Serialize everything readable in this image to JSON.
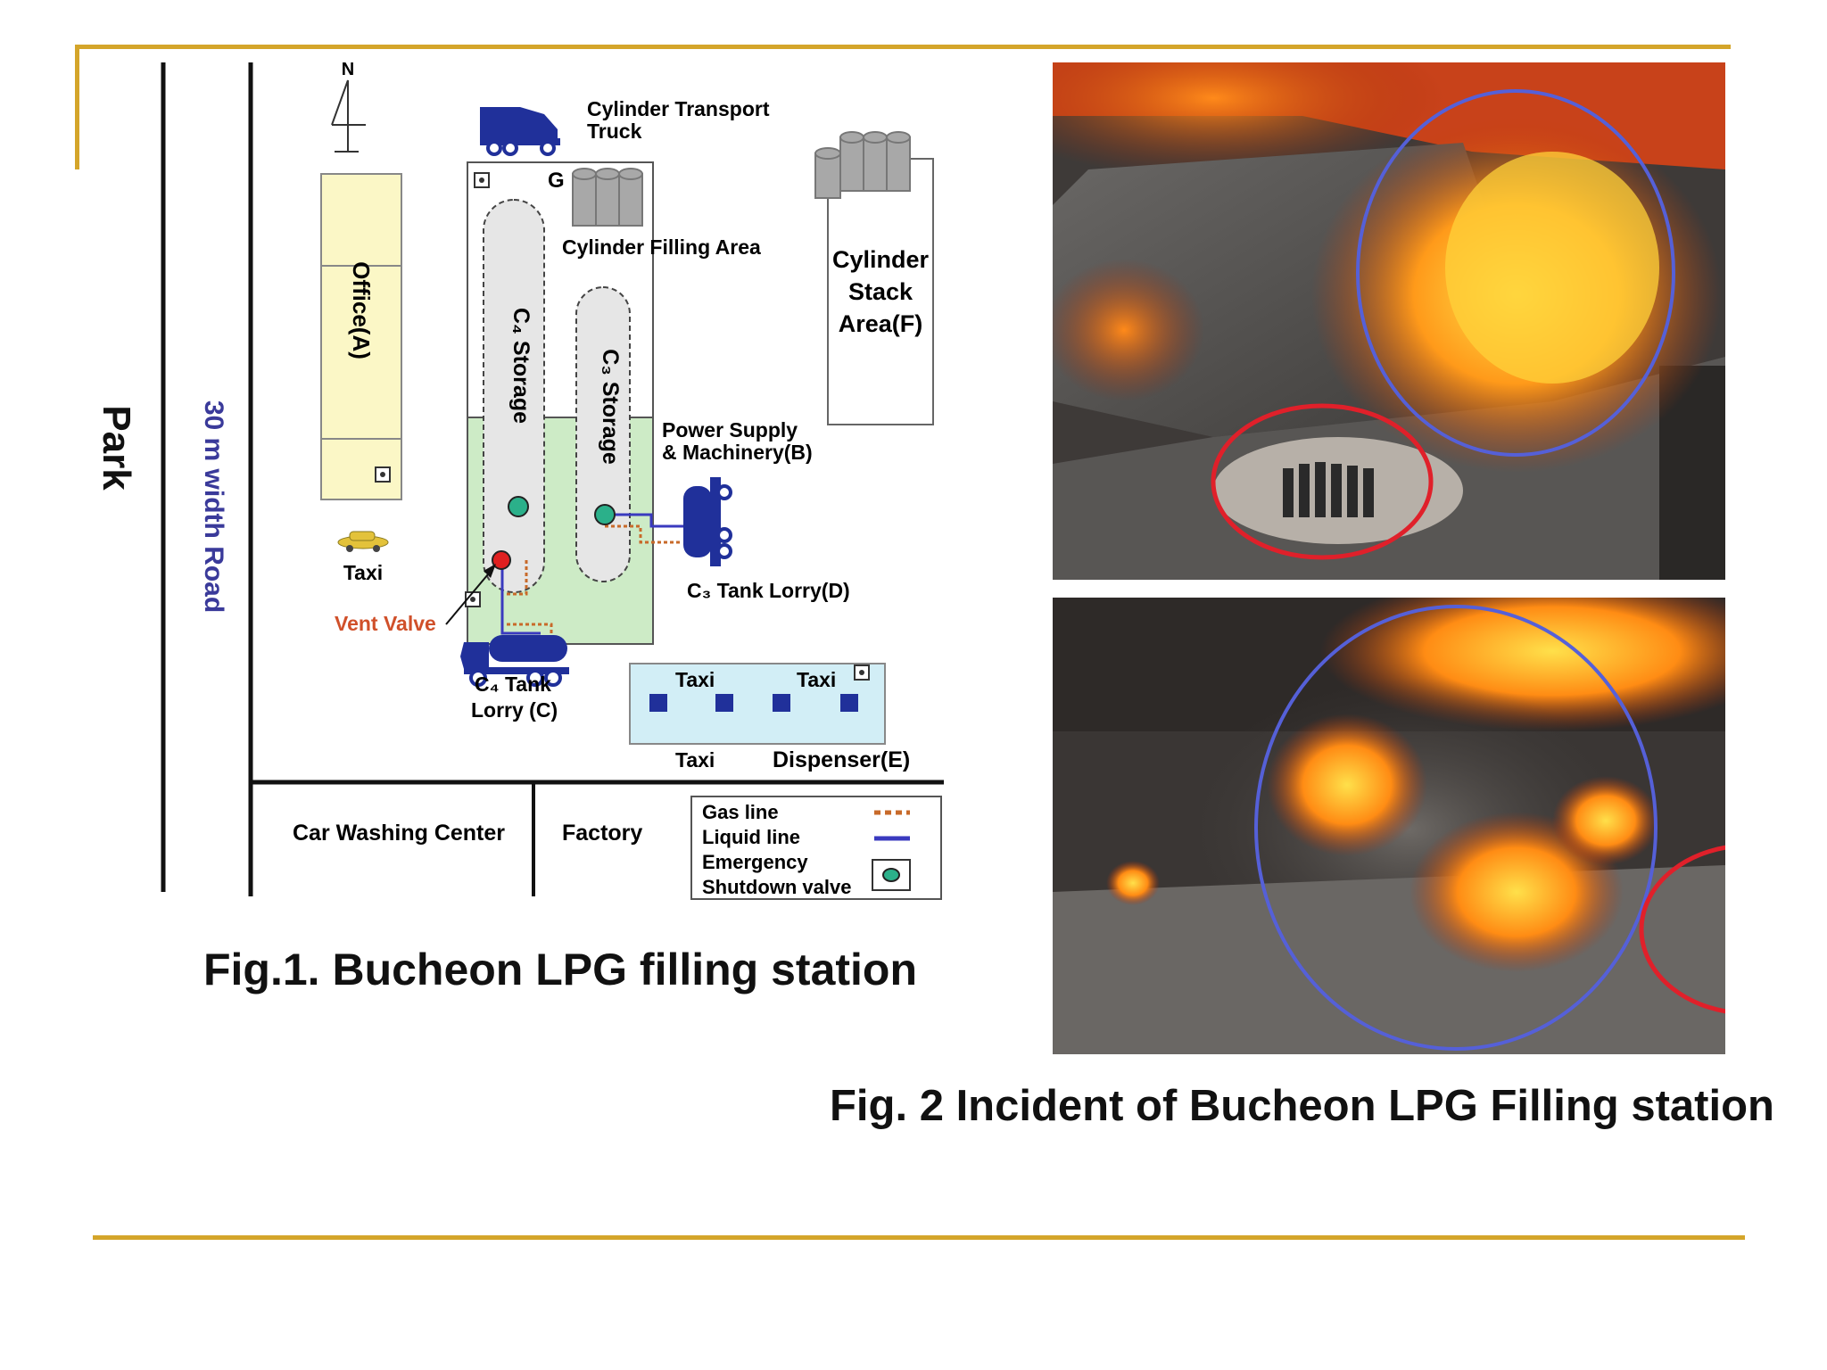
{
  "slide": {
    "fig1_caption": "Fig.1.  Bucheon LPG filling station",
    "fig2_caption": "Fig. 2 Incident of Bucheon LPG Filling station"
  },
  "plan": {
    "north": "N",
    "park": "Park",
    "road": "30 m width Road",
    "truck_label_1": "Cylinder Transport",
    "truck_label_2": "Truck",
    "marker_g": "G",
    "filling_area": "Cylinder Filling Area",
    "office": "Office(A)",
    "c4_storage": "C₄ Storage",
    "c3_storage": "C₃ Storage",
    "stack_1": "Cylinder",
    "stack_2": "Stack",
    "stack_3": "Area(F)",
    "power_1": "Power Supply",
    "power_2": "& Machinery(B)",
    "taxi": "Taxi",
    "vent_valve": "Vent Valve",
    "c3_lorry": "C₃ Tank Lorry(D)",
    "c4_lorry_1": "C₄ Tank",
    "c4_lorry_2": "Lorry (C)",
    "dispenser_taxi_1": "Taxi",
    "dispenser_taxi_2": "Taxi",
    "dispenser_taxi_3": "Taxi",
    "dispenser": "Dispenser(E)",
    "car_wash": "Car Washing Center",
    "factory": "Factory",
    "legend": {
      "gas_line": "Gas line",
      "liquid_line": "Liquid line",
      "emergency_1": "Emergency",
      "emergency_2": "Shutdown valve"
    }
  },
  "colors": {
    "gold": "#d4a52a",
    "road_label": "#3a3a9a",
    "vent_label": "#d0502a",
    "storage_zone": "#cdebc6",
    "tank_fill": "#e6e6e6",
    "dispenser_zone": "#d2eef6",
    "office_fill": "#fbf7c6",
    "vehicle": "#20309a",
    "liquid_line": "#3a3abf",
    "gas_line": "#c86a2a",
    "valve_green": "#2bb08a",
    "valve_red": "#e02020",
    "circle_blue": "#5560d8",
    "circle_red": "#e0202a"
  }
}
